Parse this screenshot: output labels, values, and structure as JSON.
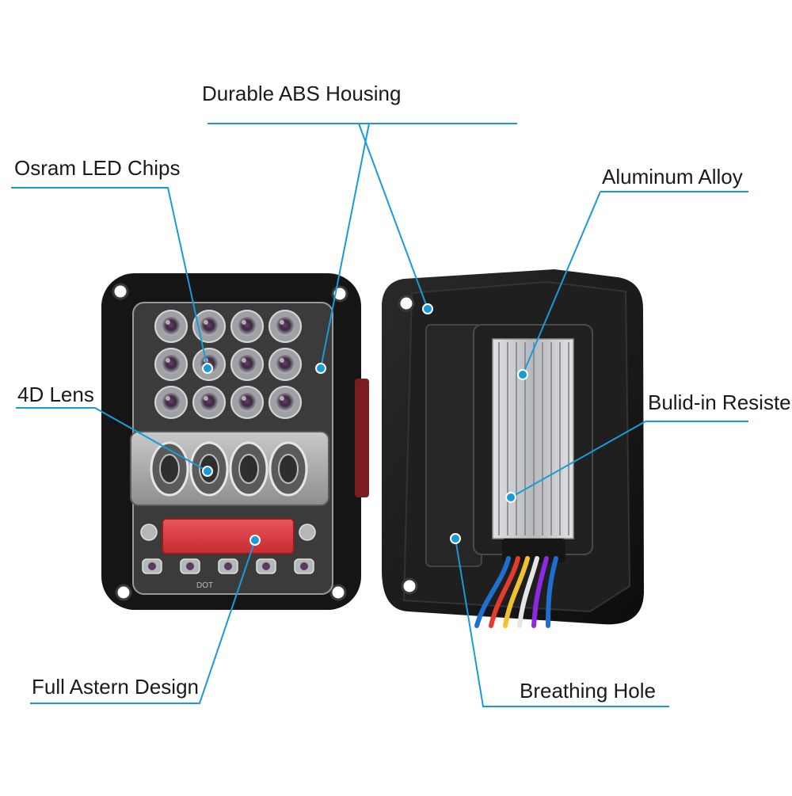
{
  "callouts": {
    "durable_abs_housing": "Durable ABS Housing",
    "osram_led_chips": "Osram LED Chips",
    "aluminum_alloy": "Aluminum Alloy",
    "four_d_lens": "4D Lens",
    "bulid_in_resister": "Bulid-in Resister",
    "full_astern_design": "Full Astern Design",
    "breathing_hole": "Breathing Hole"
  },
  "lamp_lettering": "DOT",
  "colors": {
    "leader": "#1a9ad6",
    "housing": "#151515",
    "reflector": "#d83a3e",
    "heatsink": "#c9cbcd",
    "wires": [
      "#1f6fd1",
      "#e43b2f",
      "#f2c12e",
      "#e6e6e6",
      "#8a2be2"
    ]
  }
}
